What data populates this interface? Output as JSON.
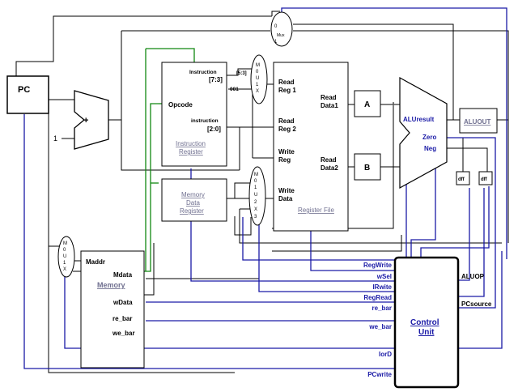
{
  "pc": {
    "label": "PC"
  },
  "adder": {
    "plus": "+",
    "const": "1"
  },
  "instr_reg": {
    "instr_hi": "Instruction",
    "instr_hi_bits": "[7:3]",
    "opcode": "Opcode",
    "instr_lo": "instruction",
    "instr_lo_bits": "[2:0]",
    "title_line1": "Instruction",
    "title_line2": "Register"
  },
  "mdr": {
    "title_line1": "Memory",
    "title_line2": "Data",
    "title_line3": "Register"
  },
  "memory": {
    "maddr": "Maddr",
    "mdata": "Mdata",
    "title": "Memory",
    "wdata": "wData",
    "re_bar": "re_bar",
    "we_bar": "we_bar"
  },
  "mux_top": {
    "label": "Mux",
    "in0": "0",
    "in1": "1"
  },
  "mux_reg": {
    "letters": [
      "M",
      "U",
      "X"
    ],
    "in0": "0",
    "in1": "1",
    "bits": "[5:3]",
    "const": "001"
  },
  "mux_data": {
    "letters": [
      "M",
      "U",
      "X"
    ],
    "inputs": [
      "0",
      "1",
      "2",
      "3"
    ]
  },
  "mux_addr": {
    "letters": [
      "M",
      "U",
      "X"
    ],
    "in0": "0",
    "in1": "1"
  },
  "reg_file": {
    "read_reg1": [
      "Read",
      "Reg 1"
    ],
    "read_reg2": [
      "Read",
      "Reg 2"
    ],
    "write_reg": [
      "Write",
      "Reg"
    ],
    "write_data": [
      "Write",
      "Data"
    ],
    "read_data1": [
      "Read",
      "Data1"
    ],
    "read_data2": [
      "Read",
      "Data2"
    ],
    "title": "Register File"
  },
  "reg_a": "A",
  "reg_b": "B",
  "alu": {
    "result": "ALUresult",
    "zero": "Zero",
    "neg": "Neg"
  },
  "aluout": "ALUOUT",
  "dff1": "dff",
  "dff2": "dff",
  "control": {
    "title_line1": "Control",
    "title_line2": "Unit",
    "signals": [
      "RegWrite",
      "wSel",
      "IRwite",
      "RegRead",
      "re_bar",
      "we_bar",
      "IorD",
      "PCwrite"
    ],
    "aluop": "ALUOP",
    "pcsource": "PCsource"
  },
  "colors": {
    "wire": "#000000",
    "control": "#1a1aa6",
    "ir_path": "#118811",
    "title": "#6f6f8f"
  }
}
